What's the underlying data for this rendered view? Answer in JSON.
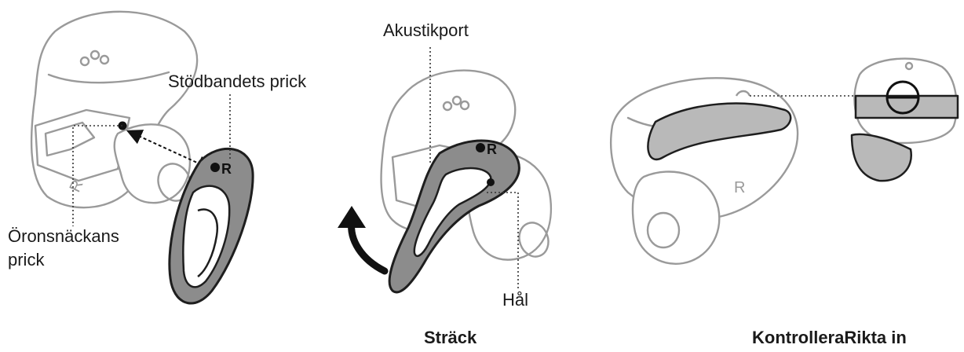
{
  "labels": {
    "support_band_dot": "Stödbandets prick",
    "eartip_dot_line1": "Öronsnäckans",
    "eartip_dot_line2": "prick",
    "acoustic_port": "Akustikport",
    "hole": "Hål"
  },
  "captions": {
    "stretch": "Sträck",
    "check_align": "KontrolleraRikta in"
  },
  "markings": {
    "band_mark": "R",
    "earbud_mark": "R"
  },
  "colors": {
    "band_fill": "#8c8c8c",
    "band_light_fill": "#b9b9b9",
    "outline": "#9a9a9a",
    "stroke_dark": "#1e1e1e"
  },
  "icons": [
    "curved-arrow-icon",
    "double-arrow-icon"
  ]
}
